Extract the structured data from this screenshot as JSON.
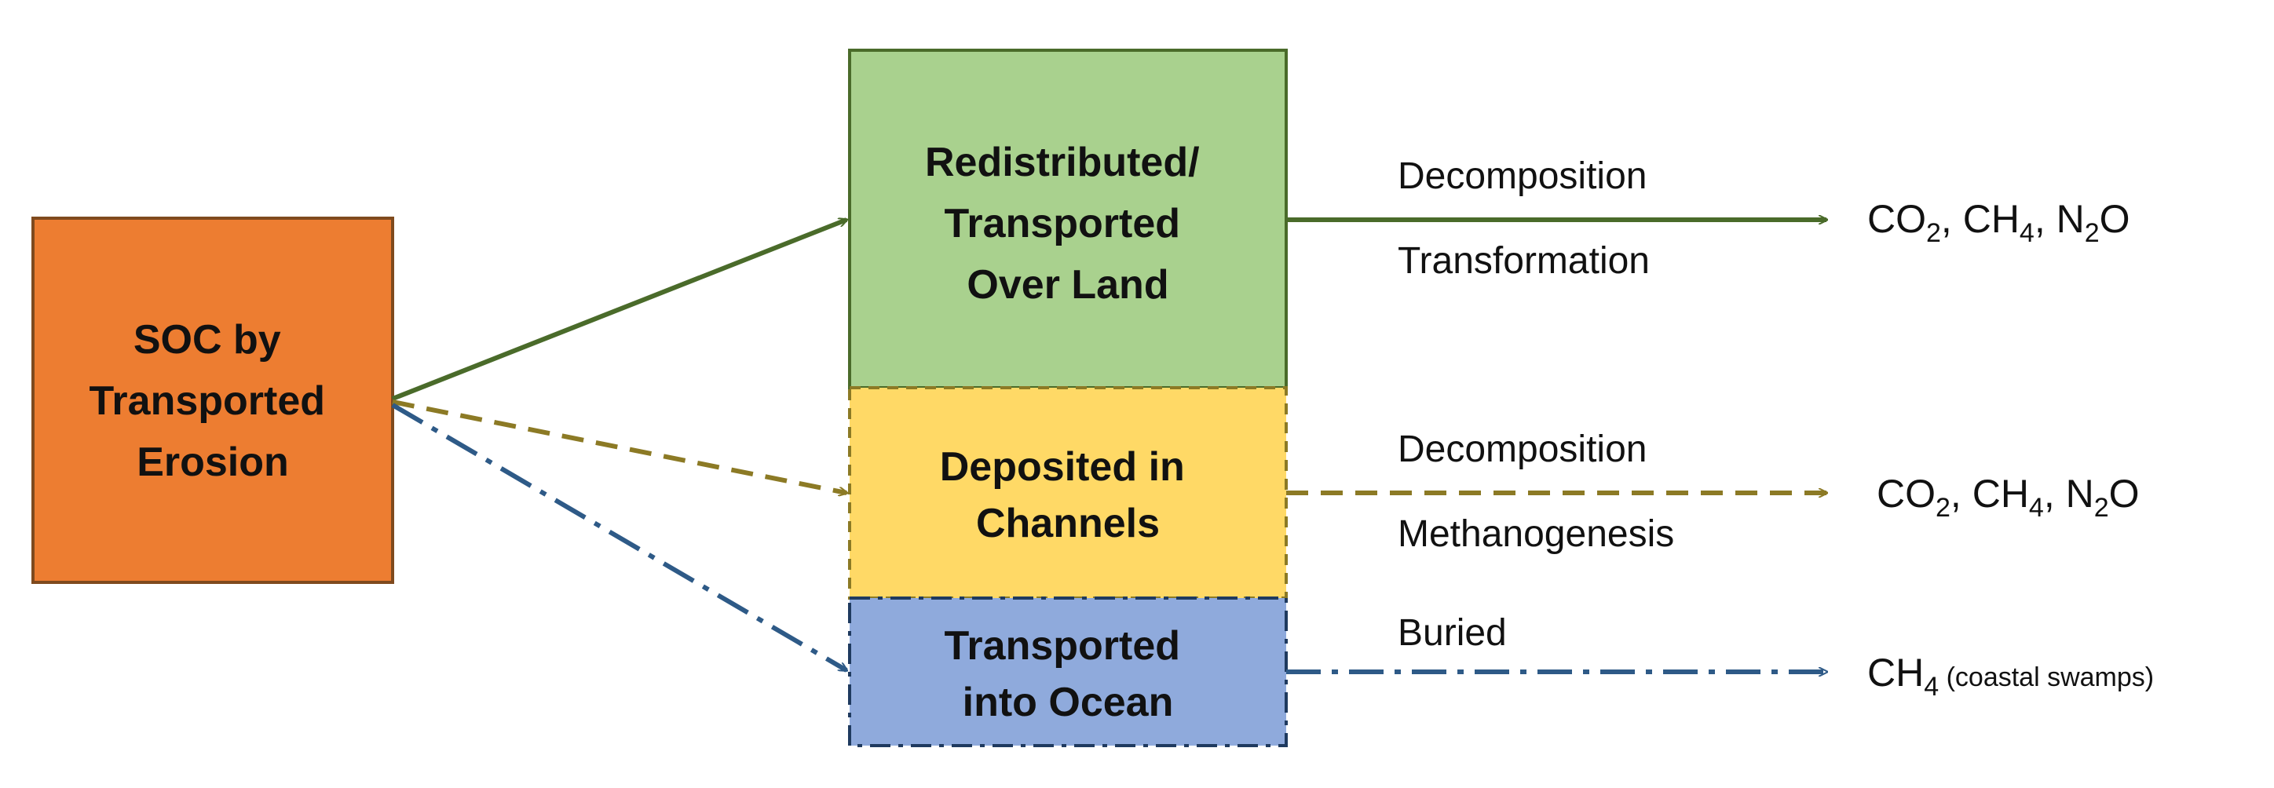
{
  "colors": {
    "source_fill": "#ED7D31",
    "land_fill": "#A9D18E",
    "land_arrow": "#4A6B2A",
    "channel_fill": "#FFD966",
    "channel_arrow": "#8C7A25",
    "ocean_fill": "#8FAADC",
    "ocean_arrow": "#2E5A87"
  },
  "source": {
    "lines": [
      "SOC by",
      "Transported",
      "Erosion"
    ]
  },
  "land": {
    "lines": [
      "Redistributed/",
      "Transported",
      "Over Land"
    ],
    "process_top": "Decomposition",
    "process_bottom": "Transformation",
    "product": {
      "p1": "CO",
      "s1": "2",
      "p2": ", CH",
      "s2": "4",
      "p3": ", N",
      "s3": "2",
      "p4": "O"
    }
  },
  "channels": {
    "lines": [
      "Deposited in",
      "Channels"
    ],
    "process_top": "Decomposition",
    "process_bottom": "Methanogenesis",
    "product": {
      "p1": "CO",
      "s1": "2",
      "p2": ", CH",
      "s2": "4",
      "p3": ", N",
      "s3": "2",
      "p4": "O"
    }
  },
  "ocean": {
    "lines": [
      "Transported",
      "into Ocean"
    ],
    "process_top": "Buried",
    "product": {
      "p1": "CH",
      "s1": "4",
      "note": " (coastal swamps)"
    }
  }
}
